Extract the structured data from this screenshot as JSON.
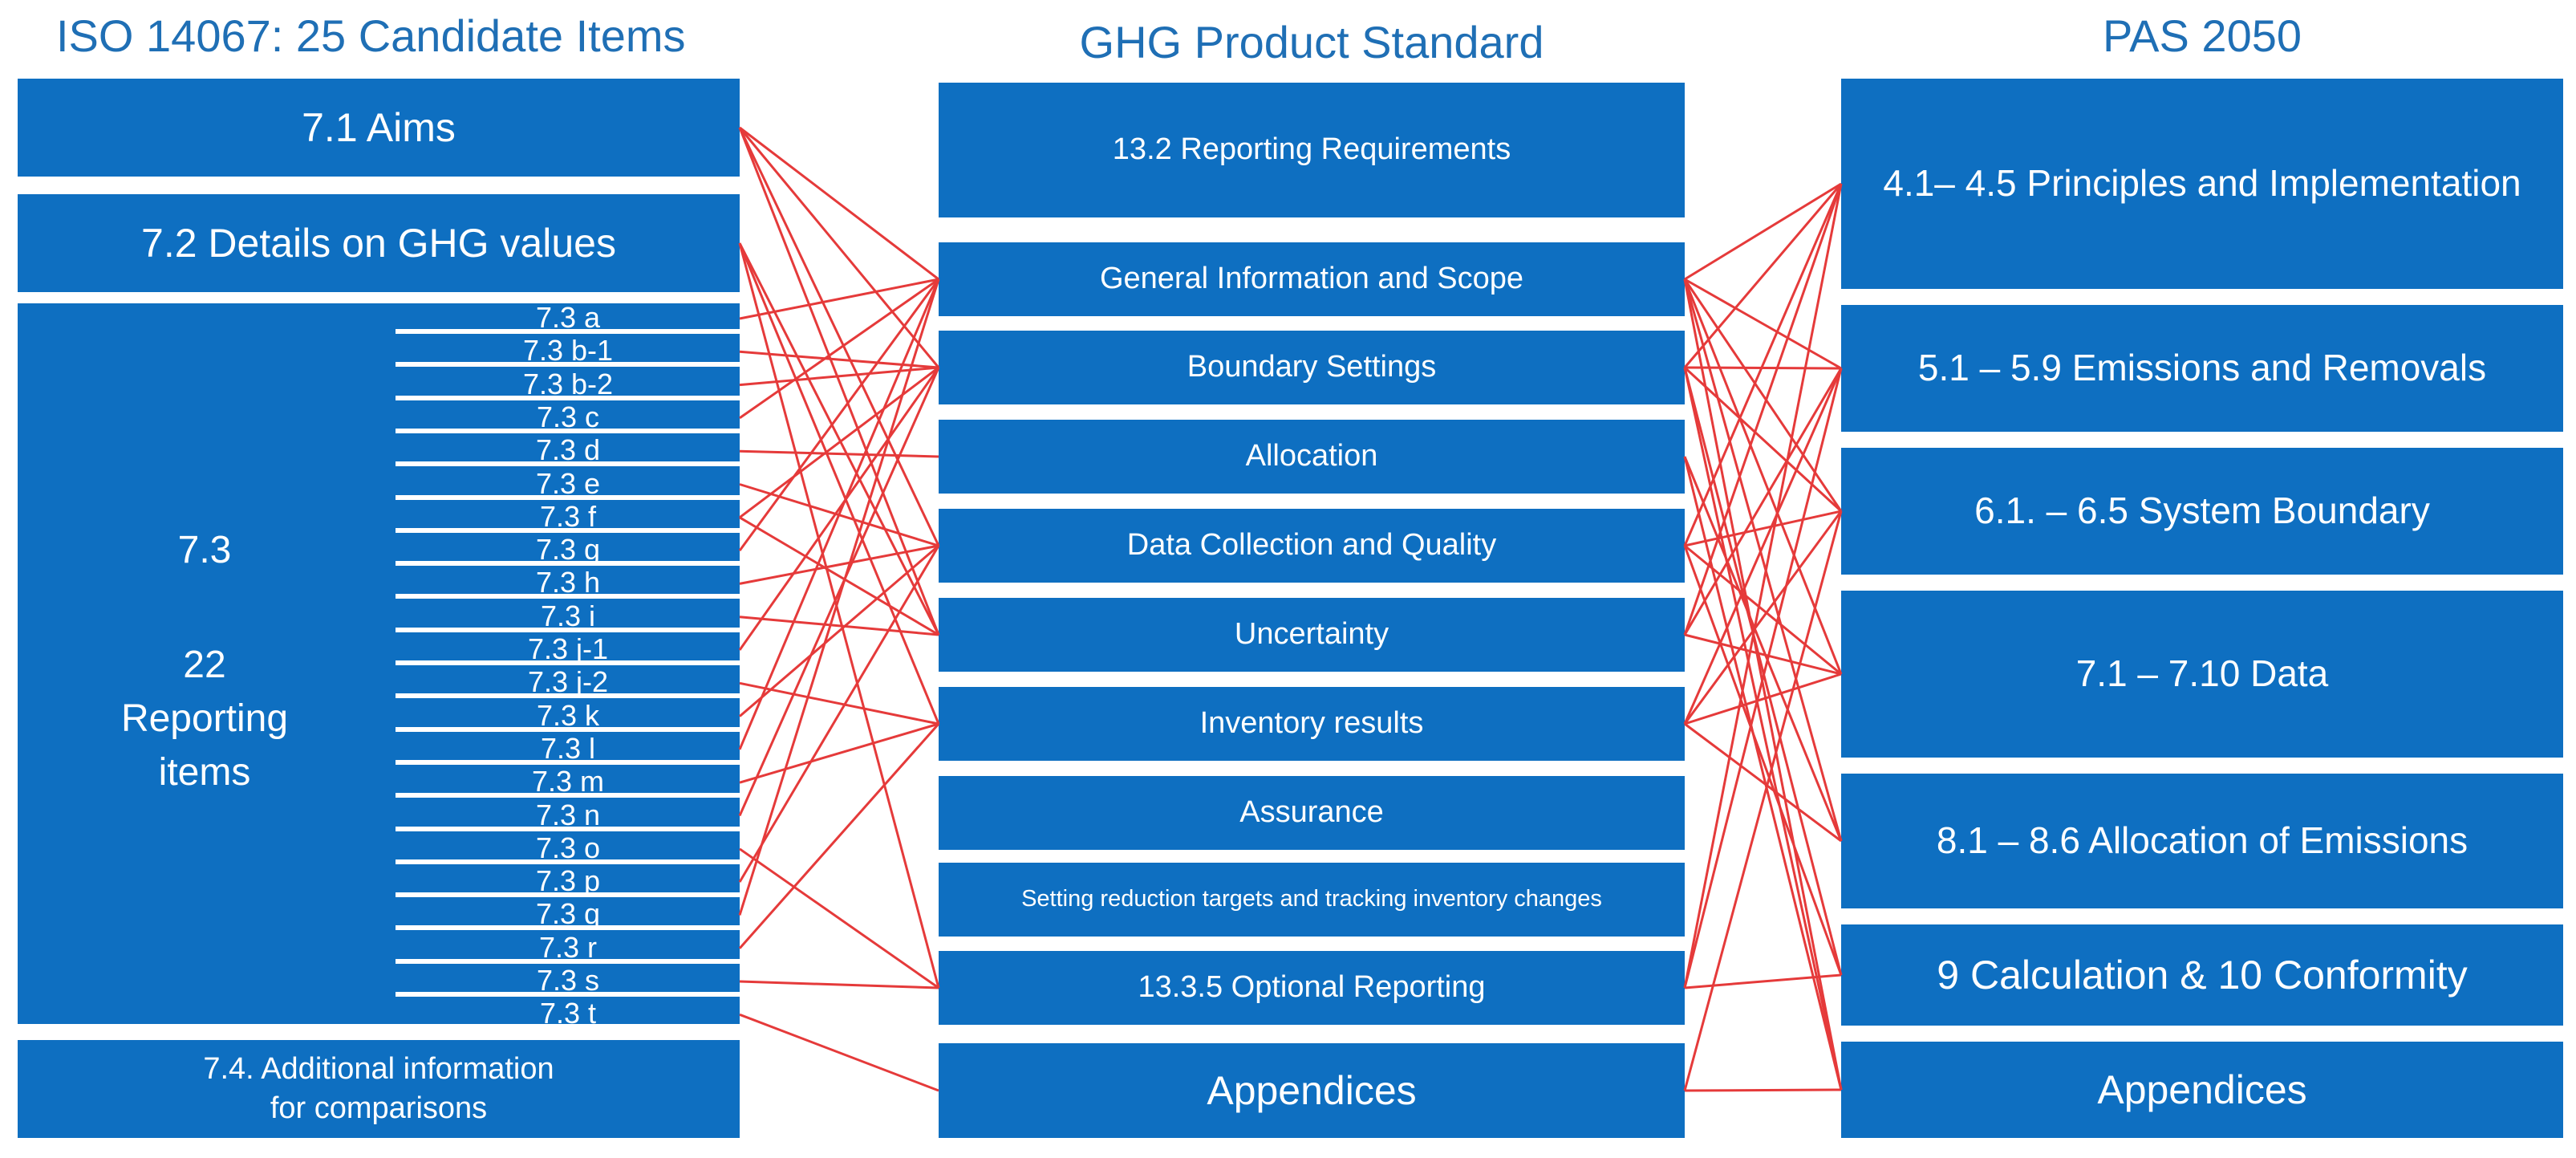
{
  "iso": {
    "title": "ISO 14067: 25 Candidate Items",
    "aims": "7.1 Aims",
    "details": "7.2 Details on GHG values",
    "section_number": "7.3",
    "count": "22",
    "count_label_1": "Reporting",
    "count_label_2": "items",
    "items": [
      "7.3 a",
      "7.3 b-1",
      "7.3 b-2",
      "7.3 c",
      "7.3 d",
      "7.3 e",
      "7.3 f",
      "7.3 g",
      "7.3 h",
      "7.3 i",
      "7.3 j-1",
      "7.3 j-2",
      "7.3 k",
      "7.3 l",
      "7.3 m",
      "7.3 n",
      "7.3 o",
      "7.3 p",
      "7.3 q",
      "7.3 r",
      "7.3 s",
      "7.3 t"
    ],
    "additional_1": "7.4. Additional information",
    "additional_2": "for comparisons"
  },
  "ghg": {
    "title": "GHG Product Standard",
    "items": [
      "13.2 Reporting Requirements",
      "General Information and Scope",
      "Boundary Settings",
      "Allocation",
      "Data Collection and Quality",
      "Uncertainty",
      "Inventory results",
      "Assurance",
      "Setting reduction targets and tracking inventory changes",
      "13.3.5 Optional Reporting",
      "Appendices"
    ]
  },
  "pas": {
    "title": "PAS 2050",
    "items": [
      "4.1– 4.5 Principles and Implementation",
      "5.1 – 5.9 Emissions and Removals",
      "6.1. – 6.5 System Boundary",
      "7.1 – 7.10 Data",
      "8.1 – 8.6 Allocation of Emissions",
      "9 Calculation & 10 Conformity",
      "Appendices"
    ]
  },
  "colors": {
    "box": "#0e6fc1",
    "title": "#1f6fb5",
    "link": "#e53a3a"
  },
  "links_left": [
    [
      "aims",
      1
    ],
    [
      "aims",
      2
    ],
    [
      "aims",
      4
    ],
    [
      "aims",
      5
    ],
    [
      "details",
      5
    ],
    [
      "details",
      6
    ],
    [
      "details",
      9
    ],
    [
      "a",
      1
    ],
    [
      "b1",
      2
    ],
    [
      "b2",
      2
    ],
    [
      "c",
      1
    ],
    [
      "d",
      3
    ],
    [
      "e",
      4
    ],
    [
      "f",
      2
    ],
    [
      "f",
      5
    ],
    [
      "g",
      1
    ],
    [
      "h",
      4
    ],
    [
      "i",
      5
    ],
    [
      "j1",
      2
    ],
    [
      "j2",
      6
    ],
    [
      "k",
      4
    ],
    [
      "l",
      1
    ],
    [
      "m",
      6
    ],
    [
      "n",
      2
    ],
    [
      "o",
      9
    ],
    [
      "p",
      4
    ],
    [
      "q",
      1
    ],
    [
      "r",
      6
    ],
    [
      "s",
      9
    ],
    [
      "t",
      10
    ]
  ],
  "links_right": [
    [
      1,
      0
    ],
    [
      1,
      1
    ],
    [
      1,
      2
    ],
    [
      1,
      3
    ],
    [
      1,
      4
    ],
    [
      1,
      6
    ],
    [
      2,
      0
    ],
    [
      2,
      1
    ],
    [
      2,
      2
    ],
    [
      2,
      5
    ],
    [
      2,
      6
    ],
    [
      3,
      4
    ],
    [
      3,
      6
    ],
    [
      4,
      0
    ],
    [
      4,
      2
    ],
    [
      4,
      3
    ],
    [
      4,
      5
    ],
    [
      5,
      0
    ],
    [
      5,
      1
    ],
    [
      5,
      3
    ],
    [
      6,
      1
    ],
    [
      6,
      2
    ],
    [
      6,
      3
    ],
    [
      6,
      4
    ],
    [
      9,
      0
    ],
    [
      9,
      1
    ],
    [
      9,
      5
    ],
    [
      10,
      2
    ],
    [
      10,
      6
    ]
  ]
}
